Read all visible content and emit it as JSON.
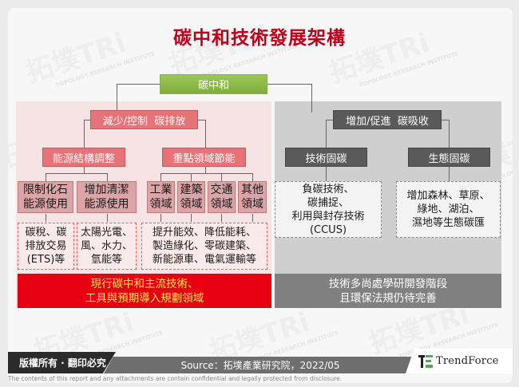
{
  "title": "碳中和技術發展架構",
  "root": {
    "label": "碳中和",
    "color": "#8dbb4c"
  },
  "left_branch": {
    "label": "減少/控制  碳排放",
    "color": "#e57377",
    "children": [
      {
        "label": "能源結構調整",
        "leaves": [
          {
            "label_line1": "限制化石",
            "label_line2": "能源使用",
            "detail": [
              "碳稅、碳",
              "排放交易",
              "(ETS)等"
            ]
          },
          {
            "label_line1": "增加清潔",
            "label_line2": "能源使用",
            "detail": [
              "太陽光電、",
              "風、水力、",
              "氫能等"
            ]
          }
        ]
      },
      {
        "label": "重點領域節能",
        "leaves": [
          {
            "label_line1": "工業",
            "label_line2": "領域"
          },
          {
            "label_line1": "建築",
            "label_line2": "領域"
          },
          {
            "label_line1": "交通",
            "label_line2": "領域"
          },
          {
            "label_line1": "其他",
            "label_line2": "領域"
          }
        ],
        "detail": [
          "提升能效、降低能耗、",
          "製造綠化、零碳建築、",
          "新能源車、電氣運輸等"
        ]
      }
    ],
    "summary": [
      "現行碳中和主流技術、",
      "工具與預期導入規劃領域"
    ],
    "summary_color": "#e60012"
  },
  "right_branch": {
    "label": "增加/促進  碳吸收",
    "color": "#5a5a5a",
    "children": [
      {
        "label": "技術固碳",
        "detail": [
          "負碳技術、",
          "碳捕捉、",
          "利用與封存技術",
          "(CCUS)"
        ]
      },
      {
        "label": "生態固碳",
        "detail": [
          "增加森林、草原、",
          "綠地、湖泊、",
          "濕地等生態碳匯"
        ]
      }
    ],
    "summary": [
      "技術多尚處學研開發階段",
      "且環保法規仍待完善"
    ],
    "summary_color": "#808080"
  },
  "footer": {
    "copyright": "版權所有 · 翻印必究",
    "source": "Source：拓墣產業研究院，2022/05",
    "brand": "TrendForce",
    "disclaimer": "The contents of this report and any attachments are contain confidential and legally protected from disclosure."
  },
  "watermark": {
    "text": "拓墣TRi",
    "sub": "TOPOLOGY RESEARCH INSTITUTE"
  }
}
